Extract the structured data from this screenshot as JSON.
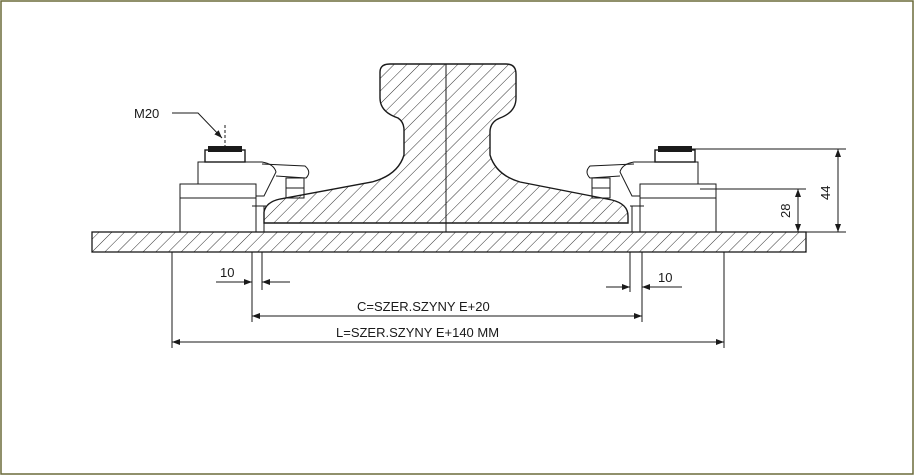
{
  "drawing": {
    "bolt_label": "M20",
    "dim_gap_left": "10",
    "dim_gap_right": "10",
    "dim_c": "C=SZER.SZYNY E+20",
    "dim_l": "L=SZER.SZYNY E+140 MM",
    "dim_h_small": "28",
    "dim_h_large": "44"
  },
  "colors": {
    "border": "#6b6b3a",
    "line": "#1a1a1a",
    "background": "#ffffff"
  }
}
